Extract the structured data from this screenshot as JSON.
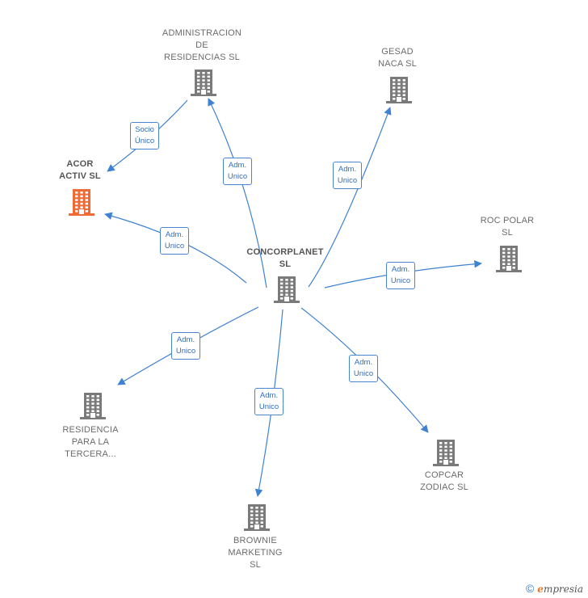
{
  "colors": {
    "edge": "#3f82d1",
    "building": "#7a7a7a",
    "building_highlight": "#f06a35"
  },
  "nodes": [
    {
      "id": "concorplanet",
      "label": "CONCORPLANET\nSL",
      "icon": "building-icon"
    },
    {
      "id": "administracion",
      "label": "ADMINISTRACION\nDE\nRESIDENCIAS SL",
      "icon": "building-icon"
    },
    {
      "id": "gesad",
      "label": "GESAD\nNACA  SL",
      "icon": "building-icon"
    },
    {
      "id": "acor",
      "label": "ACOR\nACTIV  SL",
      "icon": "building-icon"
    },
    {
      "id": "roc",
      "label": "ROC POLAR\nSL",
      "icon": "building-icon"
    },
    {
      "id": "residencia",
      "label": "RESIDENCIA\nPARA LA\nTERCERA...",
      "icon": "building-icon"
    },
    {
      "id": "copcar",
      "label": "COPCAR\nZODIAC  SL",
      "icon": "building-icon"
    },
    {
      "id": "brownie",
      "label": "BROWNIE\nMARKETING\nSL",
      "icon": "building-icon"
    }
  ],
  "edges": [
    {
      "from": "administracion",
      "to": "acor",
      "label": "Socio\nÚnico"
    },
    {
      "from": "concorplanet",
      "to": "administracion",
      "label": "Adm.\nUnico"
    },
    {
      "from": "concorplanet",
      "to": "gesad",
      "label": "Adm.\nUnico"
    },
    {
      "from": "concorplanet",
      "to": "acor",
      "label": "Adm.\nUnico"
    },
    {
      "from": "concorplanet",
      "to": "roc",
      "label": "Adm.\nUnico"
    },
    {
      "from": "concorplanet",
      "to": "residencia",
      "label": "Adm.\nUnico"
    },
    {
      "from": "concorplanet",
      "to": "copcar",
      "label": "Adm.\nUnico"
    },
    {
      "from": "concorplanet",
      "to": "brownie",
      "label": "Adm.\nUnico"
    }
  ],
  "footer": {
    "copyright_symbol": "©",
    "brand_initial": "e",
    "brand_rest": "mpresia"
  }
}
